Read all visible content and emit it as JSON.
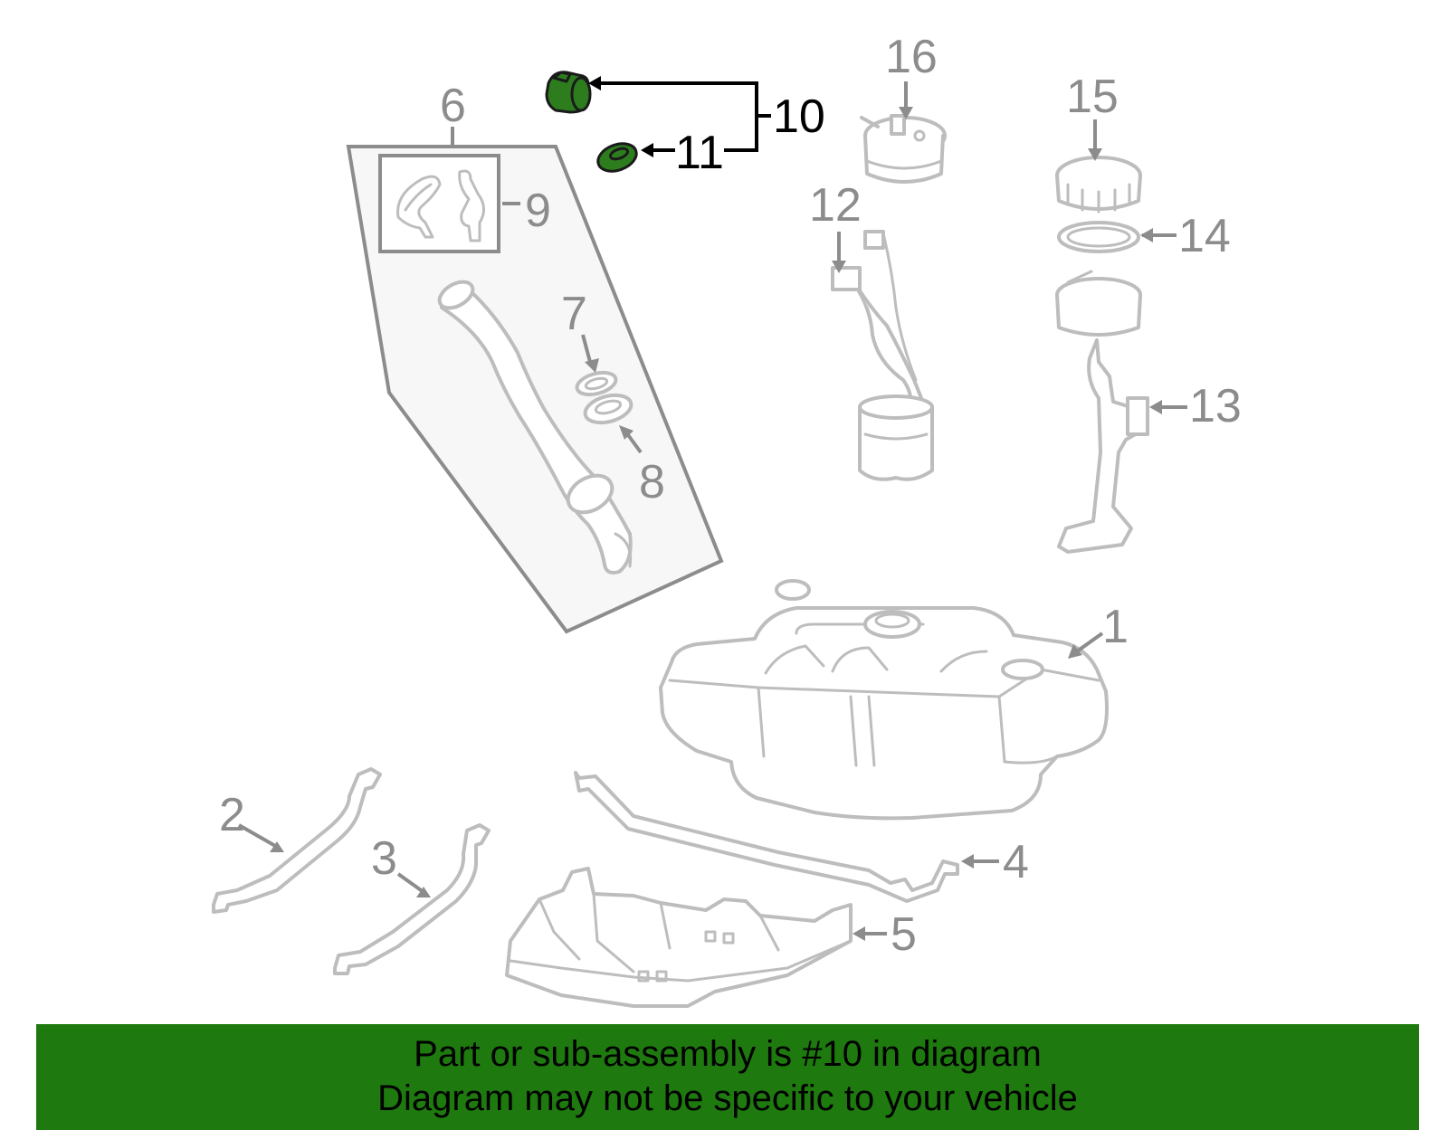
{
  "callouts": {
    "c1": "1",
    "c2": "2",
    "c3": "3",
    "c4": "4",
    "c5": "5",
    "c6": "6",
    "c7": "7",
    "c8": "8",
    "c9": "9",
    "c10": "10",
    "c11": "11",
    "c12": "12",
    "c13": "13",
    "c14": "14",
    "c15": "15",
    "c16": "16"
  },
  "highlighted_part": "10",
  "colors": {
    "highlight": "#2d7d1e",
    "banner": "#1e7a0e",
    "line_art": "#bdbdbd",
    "callout_text": "#8c8c8c"
  },
  "banner": {
    "line1": "Part or sub-assembly is #10 in diagram",
    "line2": "Diagram may not be specific to your vehicle"
  }
}
